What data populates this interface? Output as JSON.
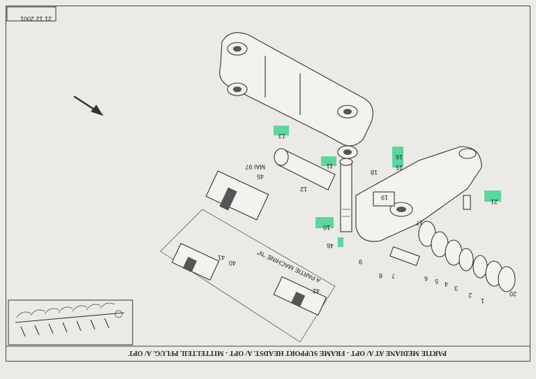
{
  "sheet": {
    "date": "21 12 2001",
    "title": "PARTIE MEDIANE AT A/ OPT - FRAME SUPPORT HEADST. A/ OPT - MITTELTEIL PFLUG. A/ OPT",
    "detail_label": "A PARTIE MACHINE \"N\"",
    "mai_note": "MAI 97"
  },
  "callouts": [
    {
      "n": "13",
      "highlighted": true
    },
    {
      "n": "11",
      "highlighted": true
    },
    {
      "n": "10",
      "highlighted": true
    },
    {
      "n": "46",
      "highlighted": true
    },
    {
      "n": "15",
      "highlighted": true
    },
    {
      "n": "16",
      "highlighted": true
    },
    {
      "n": "21",
      "highlighted": true
    },
    {
      "n": "12",
      "highlighted": false
    },
    {
      "n": "18",
      "highlighted": false
    },
    {
      "n": "19",
      "highlighted": false
    },
    {
      "n": "17",
      "highlighted": false
    },
    {
      "n": "9",
      "highlighted": false
    },
    {
      "n": "8",
      "highlighted": false
    },
    {
      "n": "7",
      "highlighted": false
    },
    {
      "n": "6",
      "highlighted": false
    },
    {
      "n": "5",
      "highlighted": false
    },
    {
      "n": "4",
      "highlighted": false
    },
    {
      "n": "3",
      "highlighted": false
    },
    {
      "n": "2",
      "highlighted": false
    },
    {
      "n": "1",
      "highlighted": false
    },
    {
      "n": "20",
      "highlighted": false
    },
    {
      "n": "45",
      "highlighted": false
    },
    {
      "n": "40",
      "highlighted": false
    },
    {
      "n": "41",
      "highlighted": false
    },
    {
      "n": "42",
      "highlighted": false
    }
  ],
  "colors": {
    "highlight": "#3fd48f",
    "ink": "#333333",
    "paper": "#eceae6"
  }
}
